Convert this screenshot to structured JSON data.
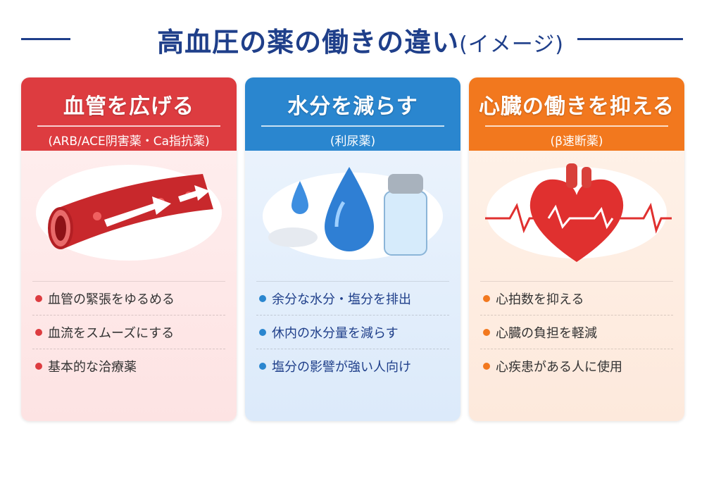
{
  "title": {
    "main": "高血圧の薬の働きの違い",
    "suffix": "(イメージ)"
  },
  "colors": {
    "red": "#dd3c40",
    "blue": "#2a86cf",
    "orange": "#f2781e",
    "navy": "#1f3f8a"
  },
  "cards": [
    {
      "heading": "血管を広げる",
      "sub": "(ARB/ACE阴害薬・Ca指抗薬)",
      "icon": "blood-vessel-icon",
      "items": [
        "血管の緊張をゆるめる",
        "血流をスムーズにする",
        "基本的な洽療薬"
      ]
    },
    {
      "heading": "水分を減らす",
      "sub": "(利尿薬)",
      "icon": "water-drop-salt-icon",
      "items": [
        "余分な水分・塩分を排出",
        "休内の水分量を減らす",
        "塩分の影譬が強い人向け"
      ]
    },
    {
      "heading": "心臓の働きを抑える",
      "sub": "(β速断薬)",
      "icon": "heart-ecg-icon",
      "items": [
        "心拍数を抑える",
        "心臓の負担を軽減",
        "心疾患がある人に使用"
      ]
    }
  ]
}
